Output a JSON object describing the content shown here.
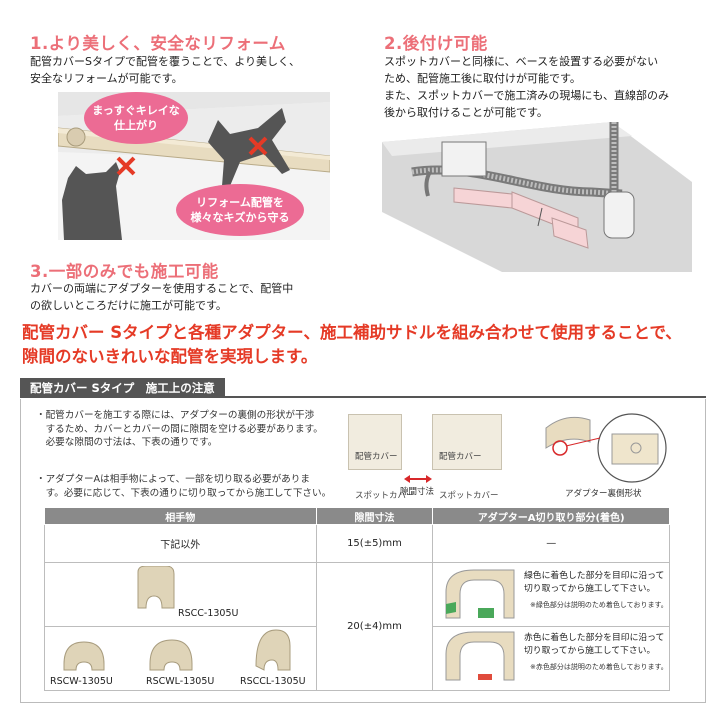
{
  "colors": {
    "heading_pink": "#ec6f78",
    "catch_red": "#e53a26",
    "bubble_pink": "#ec6b94",
    "table_header": "#8a8a8a",
    "cover_beige": "#e8dcc0"
  },
  "section1": {
    "title": "1.より美しく、安全なリフォーム",
    "lines": [
      "配管カバーSタイプで配管を覆うことで、より美しく、",
      "安全なリフォームが可能です。"
    ],
    "bubble_top": [
      "まっすぐキレイな",
      "仕上がり"
    ],
    "bubble_bottom": [
      "リフォーム配管を",
      "様々なキズから守る"
    ],
    "mark_icon": "x-mark-icon"
  },
  "section2": {
    "title": "2.後付け可能",
    "lines": [
      "スポットカバーと同様に、ベースを設置する必要がない",
      "ため、配管施工後に取付けが可能です。",
      "また、スポットカバーで施工済みの現場にも、直線部のみ",
      "後から取付けることが可能です。"
    ]
  },
  "section3": {
    "title": "3.一部のみでも施工可能",
    "lines": [
      "カバーの両端にアダプターを使用することで、配管中",
      "の欲しいところだけに施工が可能です。"
    ]
  },
  "catch_lines": [
    "配管カバー Sタイプと各種アダプター、施工補助サドルを組み合わせて使用することで、",
    "隙間のないきれいな配管を実現します。"
  ],
  "notes_section": {
    "tab_label": "配管カバー Sタイプ　施工上の注意",
    "note1": [
      "・配管カバーを施工する際には、アダプターの裏側の形状が干渉",
      "　するため、カバーとカバーの間に隙間を空ける必要があります。",
      "　必要な隙間の寸法は、下表の通りです。"
    ],
    "note2": [
      "・アダプターAは相手物によって、一部を切り取る必要がありま",
      "　す。必要に応じて、下表の通りに切り取ってから施工して下さい。"
    ],
    "gap_left_lines": [
      "配管カバー",
      "スポットカバー"
    ],
    "gap_right_lines": [
      "配管カバー",
      "スポットカバー"
    ],
    "gap_label": "隙間寸法",
    "adapter_back_label": "アダプター裏側形状"
  },
  "table": {
    "headers": [
      "相手物",
      "隙間寸法",
      "アダプターA切り取り部分(着色)"
    ],
    "row1": {
      "target": "下記以外",
      "gap": "15(±5)mm",
      "cut": "—"
    },
    "row2": {
      "gap": "20(±4)mm",
      "parts": [
        "RSCC-1305U",
        "RSCW-1305U",
        "RSCWL-1305U",
        "RSCCL-1305U"
      ],
      "green_note": [
        "緑色に着色した部分を目印に沿って",
        "切り取ってから施工して下さい。"
      ],
      "green_small": "※緑色部分は説明のため着色しております。",
      "red_note": [
        "赤色に着色した部分を目印に沿って",
        "切り取ってから施工して下さい。"
      ],
      "red_small": "※赤色部分は説明のため着色しております。"
    }
  }
}
